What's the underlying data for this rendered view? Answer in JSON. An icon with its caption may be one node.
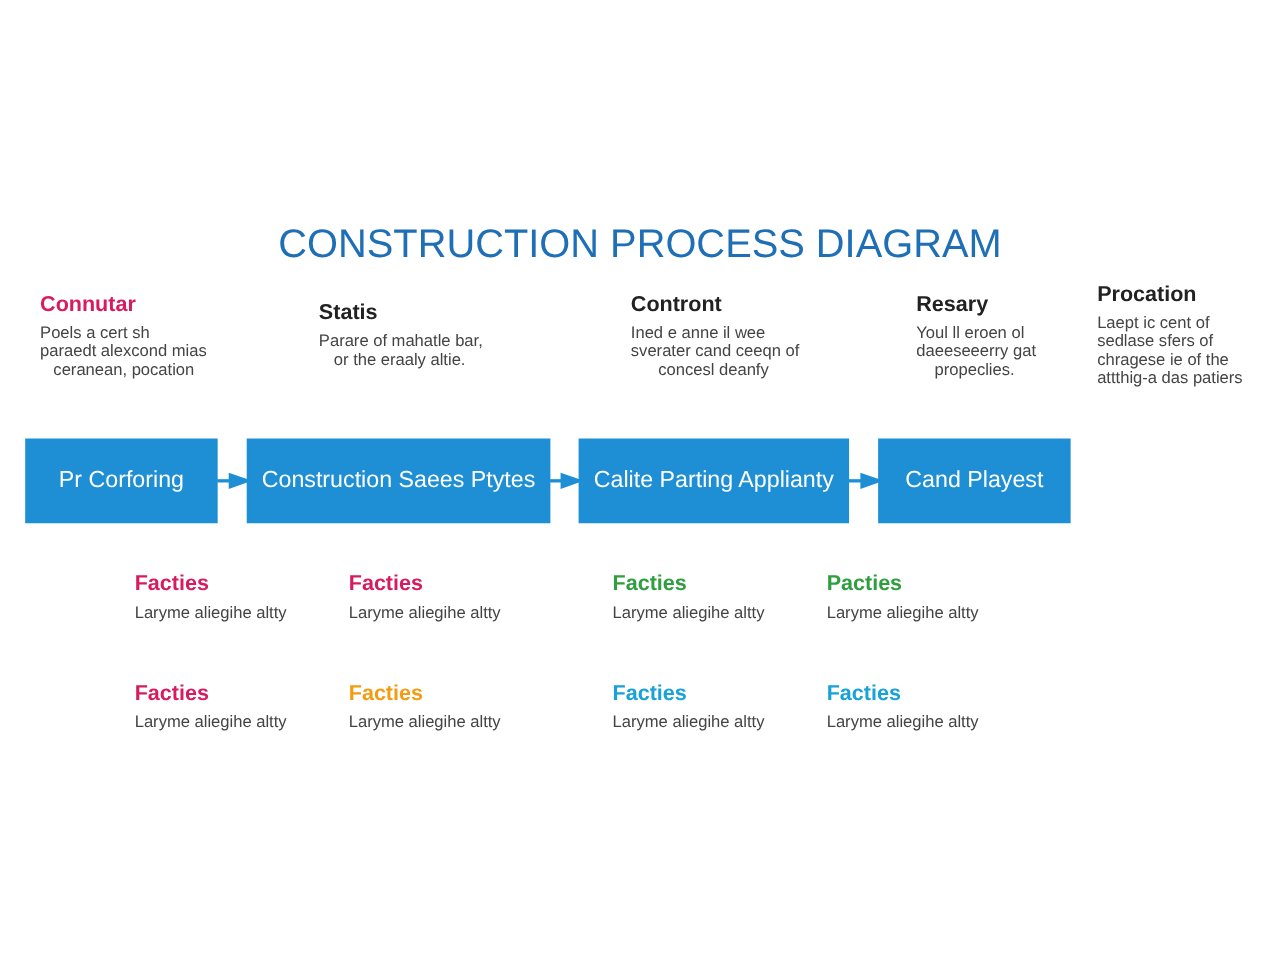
{
  "diagram": {
    "title": "CONSTRUCTION PROCESS DIAGRAM",
    "nodes": [
      {
        "text": [
          "Connutar",
          "Poels a cert sh paraedt alexcond mias ceranean, pocation"
        ]
      },
      {
        "text": [
          "Statis",
          "Parare of mahatle bar, or the eraaly altie."
        ]
      },
      {
        "text": [
          "Procation",
          "Laept ic cent of sedlase sfers of chragese ie of the attthig-a das patiers"
        ]
      },
      {
        "text": [
          "Contront",
          "Ined e anne il wee sverater cand ceeqn of concesl deanfy"
        ]
      },
      {
        "text": [
          "Resary",
          "Youl ll eroen ol daeeseeerry gat propeclies."
        ]
      },
      {
        "text": [
          "Pr Corforing"
        ]
      },
      {
        "text": [
          "Construction Saees Ptytes"
        ]
      },
      {
        "text": [
          "Calite Parting Applianty"
        ]
      },
      {
        "text": [
          "Cand Playest"
        ]
      },
      {
        "text": [
          "Facties",
          "Laryme aliegihe altty"
        ]
      },
      {
        "text": [
          "Facties",
          "Laryme aliegihe altty"
        ]
      },
      {
        "text": [
          "Facties",
          "Laryme aliegihe altty"
        ]
      },
      {
        "text": [
          "Pacties",
          "Laryme aliegihe altty"
        ]
      },
      {
        "text": [
          "Facties",
          "Laryme aliegihe altty"
        ]
      },
      {
        "text": [
          "Facties",
          "Laryme aliegihe altty"
        ]
      },
      {
        "text": [
          "Facties",
          "Laryme aliegihe altty"
        ]
      },
      {
        "text": [
          "Facties",
          "Laryme aliegihe altty"
        ]
      }
    ],
    "edges": [
      {
        "from": 5,
        "to": 6,
        "arrow": "to"
      },
      {
        "from": 6,
        "to": 7,
        "arrow": "to"
      },
      {
        "from": 7,
        "to": 8,
        "arrow": "to"
      }
    ]
  }
}
